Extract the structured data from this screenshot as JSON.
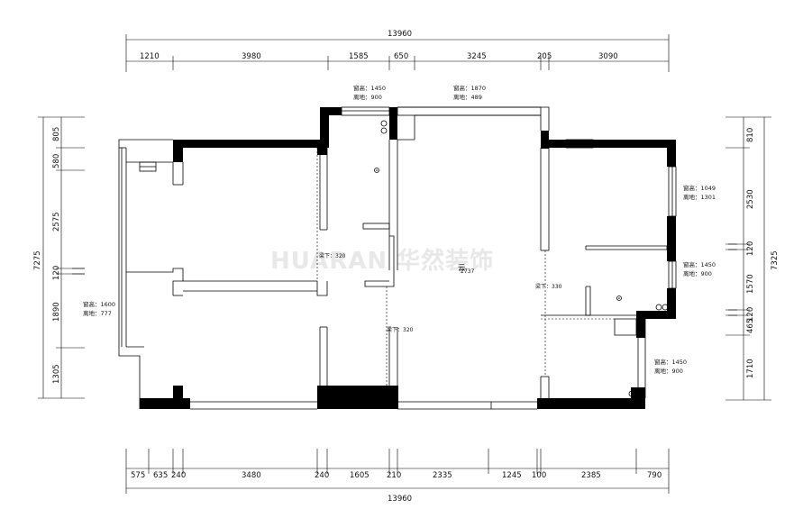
{
  "overall": {
    "top_total": "13960",
    "bottom_total": "13960",
    "left_total": "7275",
    "right_total": "7325"
  },
  "top_dims": [
    "1210",
    "3980",
    "1585",
    "650",
    "3245",
    "205",
    "3090"
  ],
  "bottom_dims": [
    "575",
    "635",
    "240",
    "3480",
    "240",
    "1605",
    "210",
    "2335",
    "1245",
    "100",
    "2385",
    "790"
  ],
  "left_dims": [
    "805",
    "580",
    "2575",
    "120",
    "1890",
    "1305"
  ],
  "right_dims": [
    "810",
    "2530",
    "120",
    "1570",
    "120",
    "465",
    "1710"
  ],
  "windows": [
    {
      "h": "窗高：1450",
      "s": "离地：900"
    },
    {
      "h": "窗高：1870",
      "s": "离地：489"
    },
    {
      "h": "窗高：1049",
      "s": "离地：1301"
    },
    {
      "h": "窗高：1450",
      "s": "离地：900"
    },
    {
      "h": "窗高：1600",
      "s": "离地：777"
    },
    {
      "h": "窗高：1450",
      "s": "离地：900"
    }
  ],
  "beams": [
    "梁下：320",
    "梁下：320",
    "梁下：330"
  ],
  "ceiling": {
    "symbol": "云",
    "value": "2737"
  },
  "watermark": "HUARAN 华然装饰",
  "colors": {
    "wall": "#000000",
    "line": "#000000",
    "background": "#ffffff",
    "watermark": "#e8e8e8"
  }
}
